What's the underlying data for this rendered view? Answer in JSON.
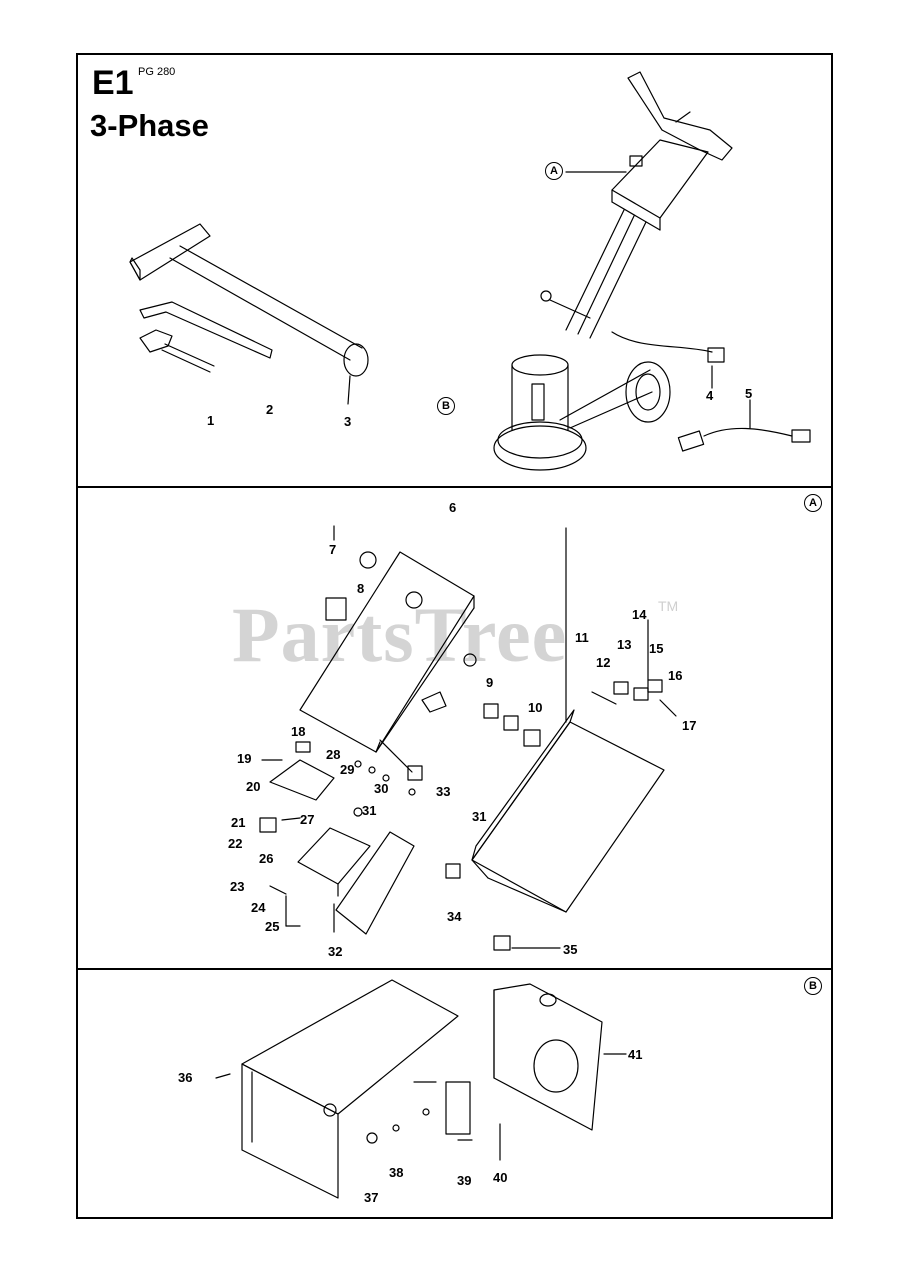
{
  "page": {
    "code": "E1",
    "model": "PG 280",
    "title": "3-Phase",
    "watermark": "PartsTree",
    "watermark_mark": "TM"
  },
  "sections": [
    {
      "id": "overview"
    },
    {
      "id": "A",
      "label": "A"
    },
    {
      "id": "B",
      "label": "B"
    }
  ],
  "callouts": {
    "A": "A",
    "B": "B"
  },
  "part_numbers": {
    "p1": "1",
    "p2": "2",
    "p3": "3",
    "p4": "4",
    "p5": "5",
    "p6": "6",
    "p7": "7",
    "p8": "8",
    "p9": "9",
    "p10": "10",
    "p11": "11",
    "p12": "12",
    "p13": "13",
    "p14": "14",
    "p15": "15",
    "p16": "16",
    "p17": "17",
    "p18": "18",
    "p19": "19",
    "p20": "20",
    "p21": "21",
    "p22": "22",
    "p23": "23",
    "p24": "24",
    "p25": "25",
    "p26": "26",
    "p27": "27",
    "p28": "28",
    "p29": "29",
    "p30": "30",
    "p31a": "31",
    "p31b": "31",
    "p32": "32",
    "p33": "33",
    "p34": "34",
    "p35": "35",
    "p36": "36",
    "p37": "37",
    "p38": "38",
    "p39": "39",
    "p40": "40",
    "p41": "41"
  }
}
